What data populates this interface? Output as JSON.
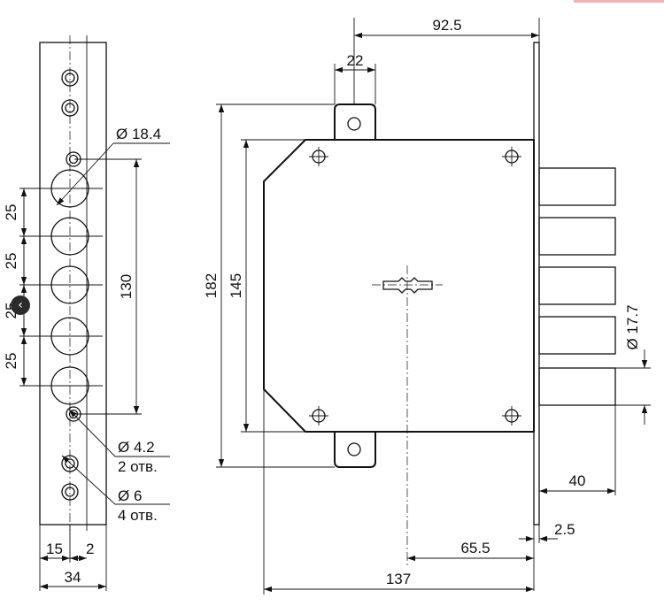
{
  "dimensions": {
    "overall_depth": "92.5",
    "bracket_width": "22",
    "total_height": "182",
    "body_height": "145",
    "bolt_diameter": "Ø 17.7",
    "bolt_projection": "40",
    "faceplate_thickness": "2.5",
    "key_offset": "65.5",
    "body_width": "137",
    "strike_hole_diameter": "Ø 18.4",
    "strike_pitch_1": "25",
    "strike_pitch_2": "25",
    "strike_pitch_3": "25",
    "strike_pitch_4": "25",
    "strike_hole_span": "130",
    "small_hole_diameter": "Ø 4.2",
    "small_hole_count": "2 отв.",
    "screw_hole_diameter": "Ø 6",
    "screw_hole_count": "4 отв.",
    "strike_offset_15": "15",
    "strike_offset_2": "2",
    "strike_width": "34"
  },
  "nav": {
    "icon": "chevron-left-icon",
    "glyph": "‹"
  },
  "colors": {
    "line": "#111111",
    "background": "#ffffff",
    "accent": "#e9b7b7"
  }
}
